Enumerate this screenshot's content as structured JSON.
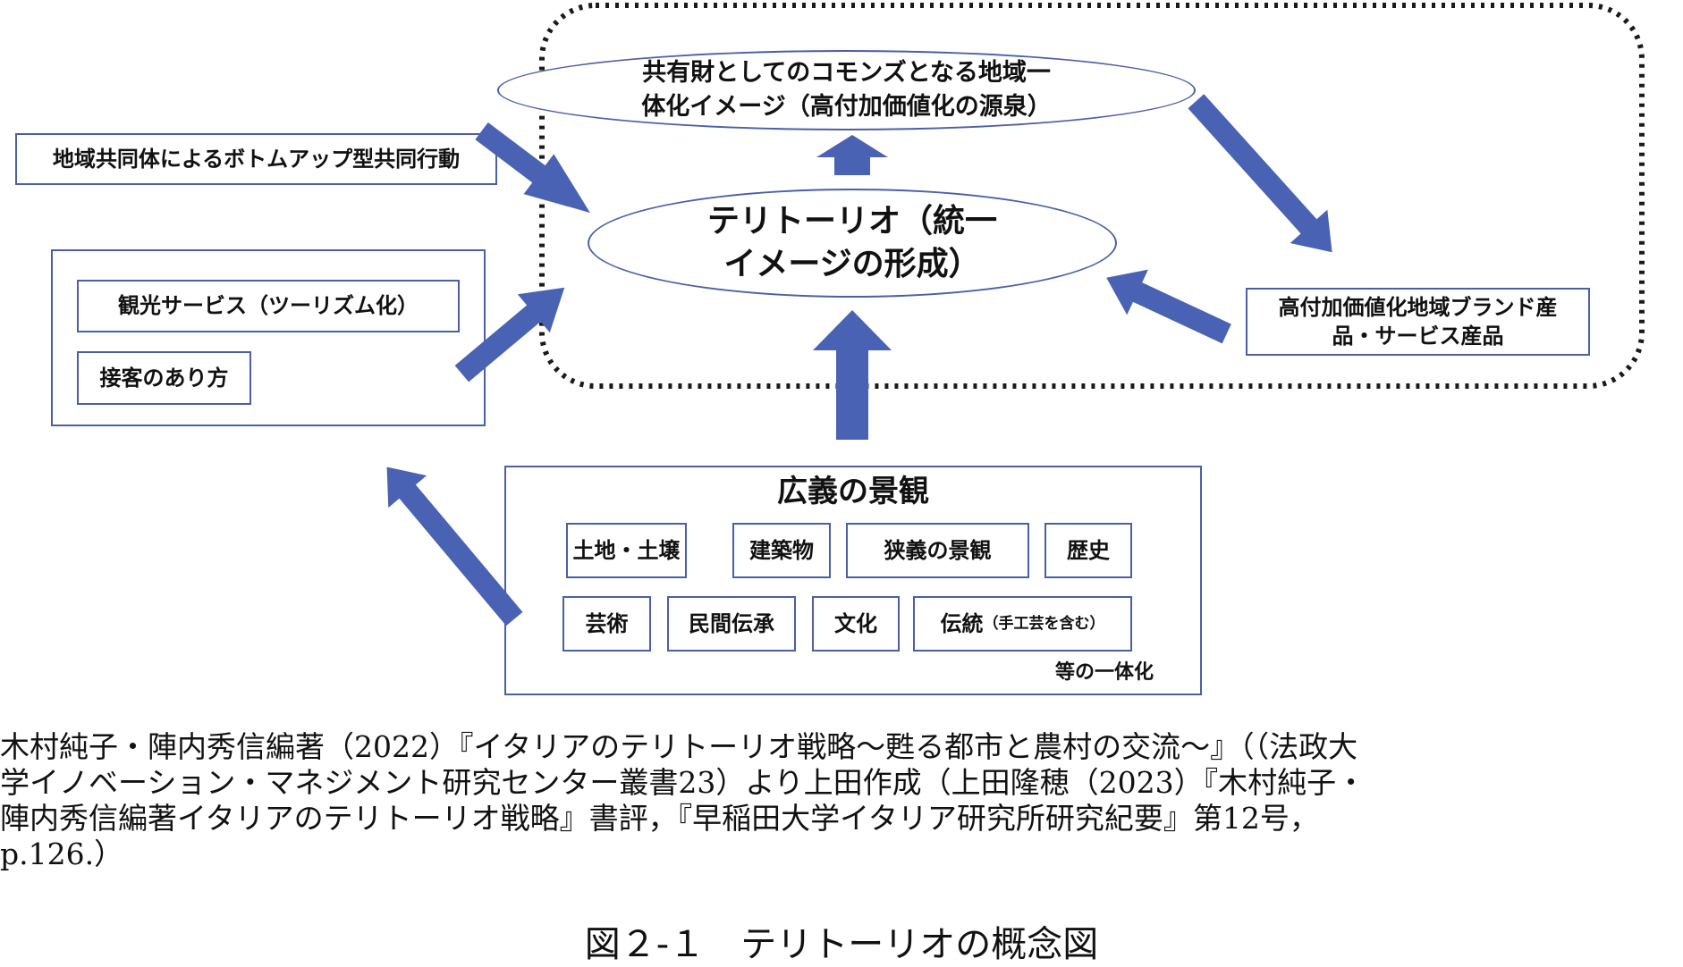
{
  "nodes": {
    "commons": "共有財としてのコモンズとなる地域一\n体化イメージ（高付加価値化の源泉）",
    "territorio": "テリトーリオ（統一\nイメージの形成）",
    "bottom_up": "地域共同体によるボトムアップ型共同行動",
    "tourism": "観光サービス（ツーリズム化）",
    "hospitality": "接客のあり方",
    "brand": "高付加価値化地域ブランド産\n品・サービス産品",
    "landscape_title": "広義の景観",
    "landscape_items": [
      "土地・土壌",
      "建築物",
      "狭義の景観",
      "歴史",
      "芸術",
      "民間伝承",
      "文化",
      "伝統"
    ],
    "tradition_note": "（手工芸を含む）",
    "integration_note": "等の一体化"
  },
  "caption": "木村純子・陣内秀信編著（2022）『イタリアのテリトーリオ戦略～甦る都市と農村の交流～』（（法政大\n学イノベーション・マネジメント研究センター叢書23）より上田作成（上田隆穂（2023）『木村純子・\n陣内秀信編著イタリアのテリトーリオ戦略』書評，『早稲田大学イタリア研究所研究紀要』第12号，\np.126.）",
  "figure_title": "図２-１　テリトーリオの概念図",
  "colors": {
    "arrow": "#4a62b4",
    "border": "#4a5fa8",
    "dotted": "#1a1a1a"
  }
}
